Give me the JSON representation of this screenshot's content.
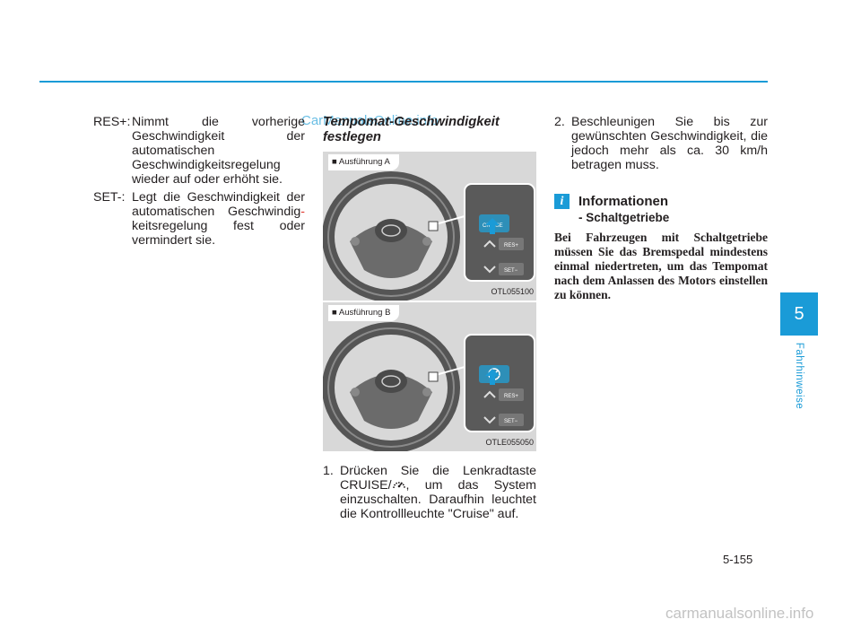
{
  "colors": {
    "accent": "#1a9bd7",
    "red_hyphen": "#e0362c"
  },
  "watermark_top": "CarManualsOnline.info",
  "watermark_bottom": "carmanualsonline.info",
  "left_column": {
    "res_term": "RES+:",
    "res_text": "Nimmt die vorherige Geschwindigkeit der automatischen Geschwindigkeitsregelung wieder auf oder erhöht sie.",
    "set_term": "SET-:",
    "set_text_a": "Legt die Geschwindigkeit der automatischen Geschwindig",
    "set_hyphen": "-",
    "set_text_b": "keitsregelung fest oder vermindert sie."
  },
  "middle_column": {
    "title": "Tempomat-Geschwindigkeit festlegen",
    "figure_a": {
      "label": "■ Ausführung A",
      "code": "OTL055100",
      "icon": "steering-wheel-cruise-button-diagram"
    },
    "figure_b": {
      "label": "■ Ausführung B",
      "code": "OTLE055050",
      "icon": "steering-wheel-cruise-button-diagram"
    },
    "step1_num": "1.",
    "step1_text_a": "Drücken Sie die Lenkradtaste CRUISE/",
    "step1_icon": "cruise-speedometer-icon",
    "step1_text_b": ", um das System einzuschalten. Daraufhin leuchtet die Kontrollleuchte \"Cruise\" auf."
  },
  "right_column": {
    "step2_num": "2.",
    "step2_text": "Beschleunigen Sie bis zur gewünschten Geschwindigkeit, die jedoch mehr als ca. 30 km/h betragen muss.",
    "info_icon": "i",
    "info_title": "Informationen",
    "info_subtitle": "- Schaltgetriebe",
    "info_body": "Bei Fahrzeugen mit Schaltgetriebe müssen Sie das Bremspedal mindestens einmal niedertreten, um das Tempomat nach dem Anlassen des Motors einstellen zu können."
  },
  "side_tab": {
    "chapter": "5",
    "label": "Fahrhinweise"
  },
  "page_number": "5-155"
}
